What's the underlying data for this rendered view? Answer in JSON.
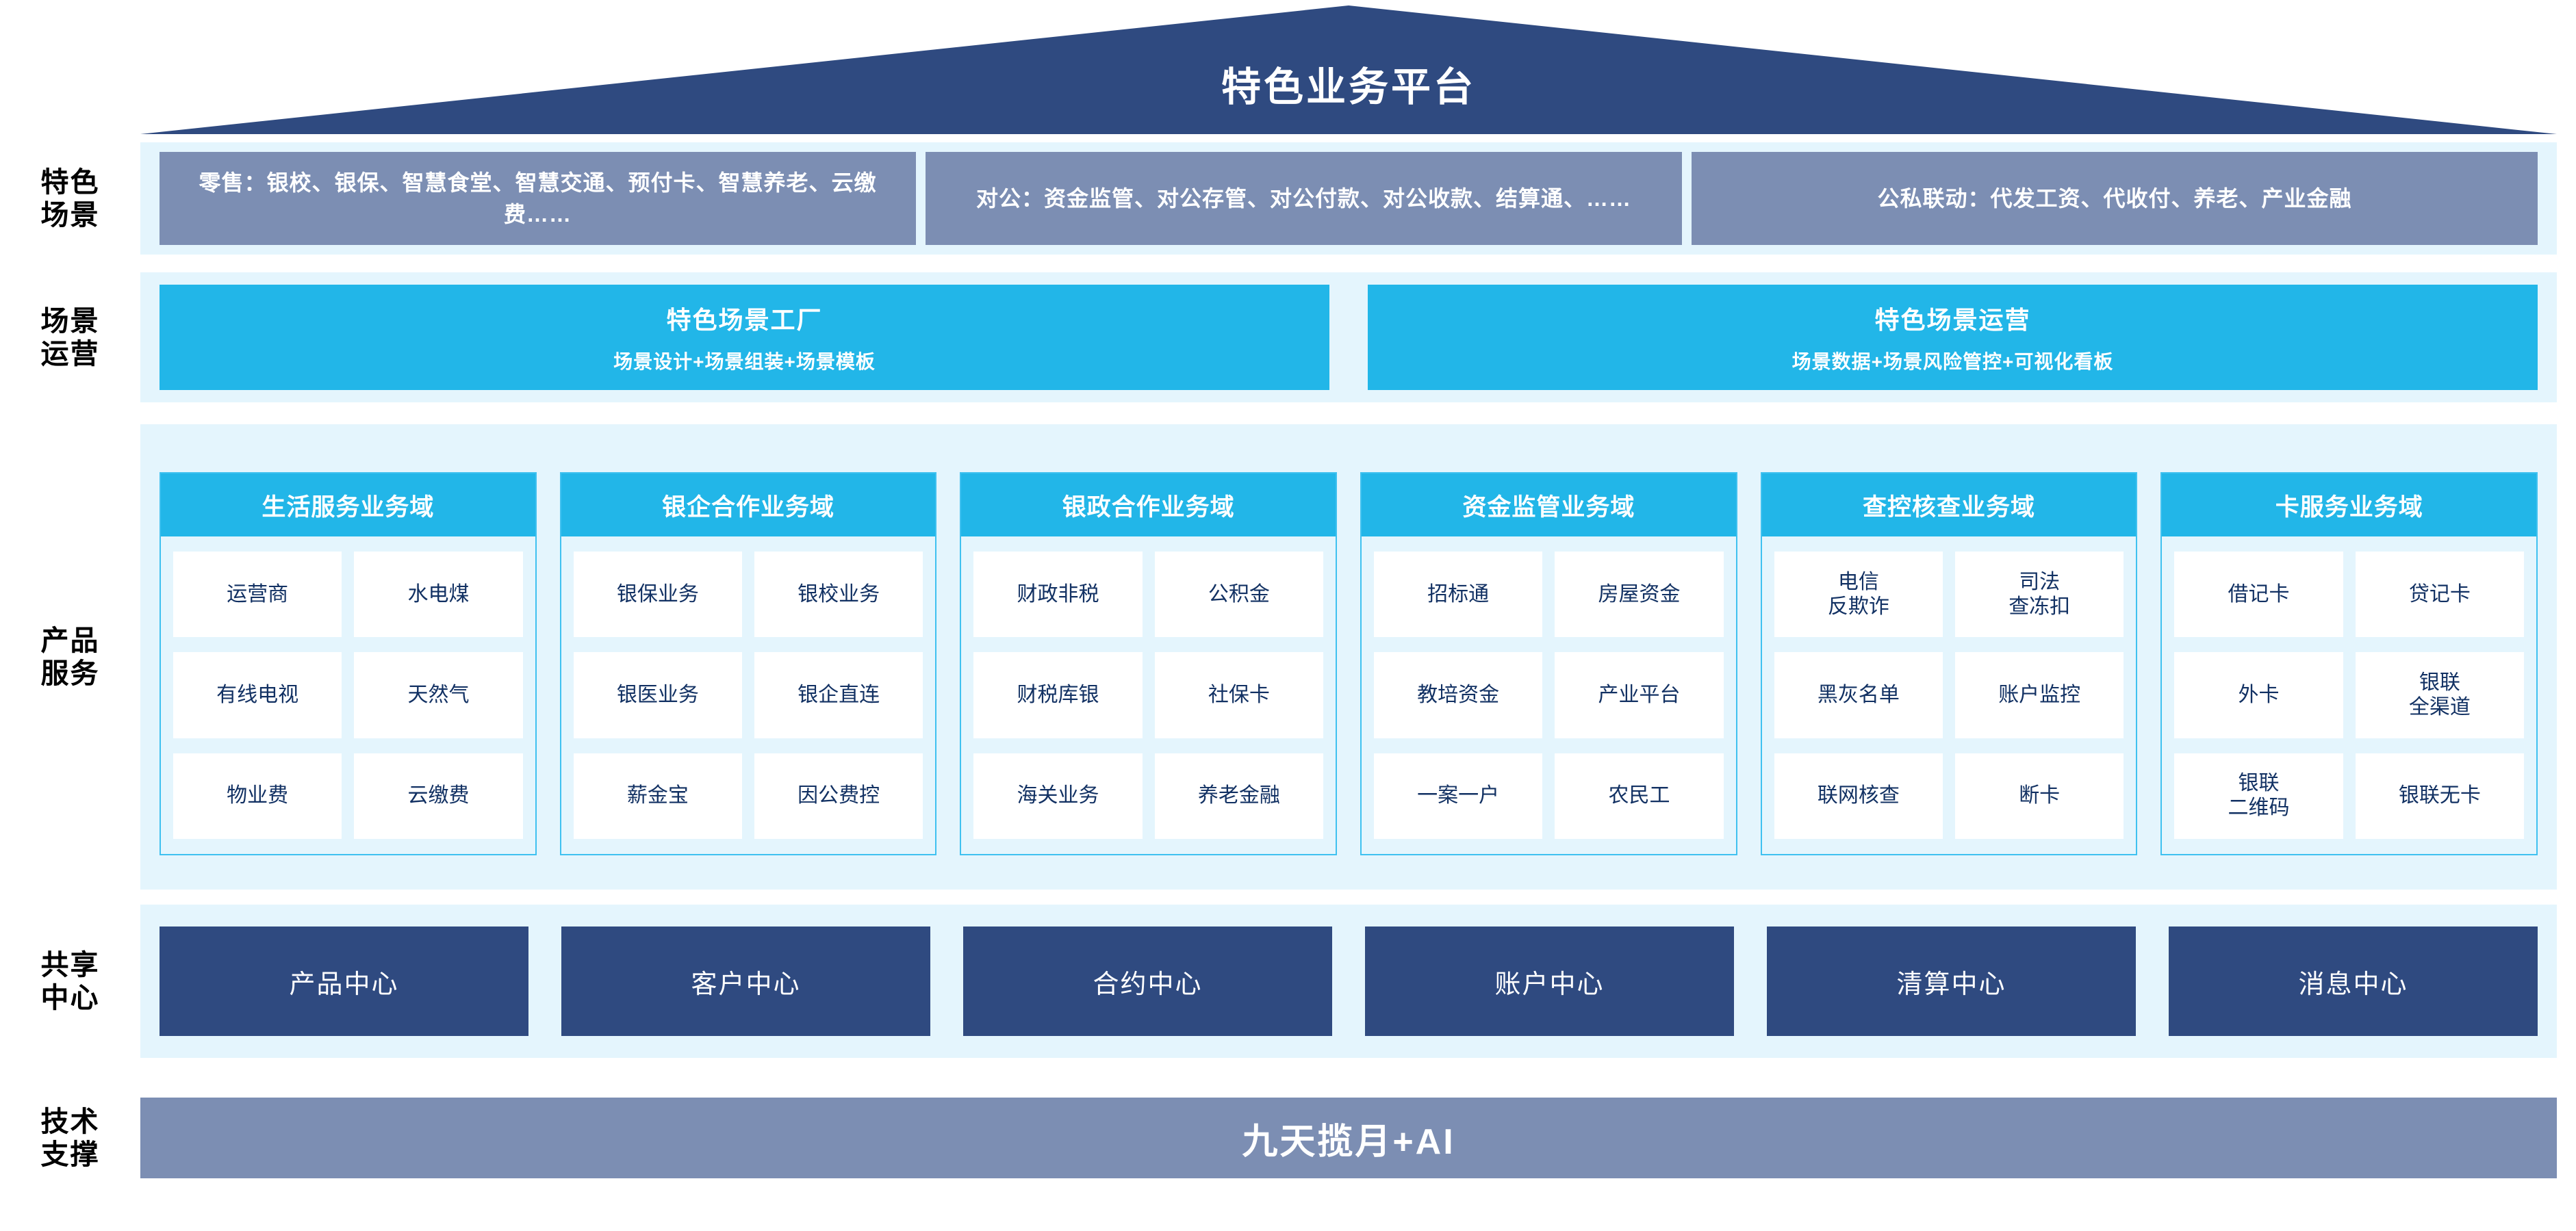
{
  "header": {
    "title": "特色业务平台"
  },
  "rows": [
    {
      "label_line1": "特色",
      "label_line2": "场景",
      "boxes": [
        "零售：银校、银保、智慧食堂、智慧交通、预付卡、智慧养老、云缴费……",
        "对公：资金监管、对公存管、对公付款、对公收款、结算通、……",
        "公私联动：代发工资、代收付、养老、产业金融"
      ]
    },
    {
      "label_line1": "场景",
      "label_line2": "运营",
      "boxes": [
        {
          "title": "特色场景工厂",
          "subtitle": "场景设计+场景组装+场景模板"
        },
        {
          "title": "特色场景运营",
          "subtitle": "场景数据+场景风险管控+可视化看板"
        }
      ]
    },
    {
      "label_line1": "产品",
      "label_line2": "服务",
      "domains": [
        {
          "title": "生活服务业务域",
          "items": [
            "运营商",
            "水电煤",
            "有线电视",
            "天然气",
            "物业费",
            "云缴费"
          ]
        },
        {
          "title": "银企合作业务域",
          "items": [
            "银保业务",
            "银校业务",
            "银医业务",
            "银企直连",
            "薪金宝",
            "因公费控"
          ]
        },
        {
          "title": "银政合作业务域",
          "items": [
            "财政非税",
            "公积金",
            "财税库银",
            "社保卡",
            "海关业务",
            "养老金融"
          ]
        },
        {
          "title": "资金监管业务域",
          "items": [
            "招标通",
            "房屋资金",
            "教培资金",
            "产业平台",
            "一案一户",
            "农民工"
          ]
        },
        {
          "title": "查控核查业务域",
          "items": [
            "电信\n反欺诈",
            "司法\n查冻扣",
            "黑灰名单",
            "账户监控",
            "联网核查",
            "断卡"
          ]
        },
        {
          "title": "卡服务业务域",
          "items": [
            "借记卡",
            "贷记卡",
            "外卡",
            "银联\n全渠道",
            "银联\n二维码",
            "银联无卡"
          ]
        }
      ]
    },
    {
      "label_line1": "共享",
      "label_line2": "中心",
      "boxes": [
        "产品中心",
        "客户中心",
        "合约中心",
        "账户中心",
        "清算中心",
        "消息中心"
      ]
    },
    {
      "label_line1": "技术",
      "label_line2": "支撑",
      "bar": "九天揽月+AI"
    }
  ],
  "colors": {
    "navy": "#2F4A80",
    "cyan": "#22B6E8",
    "gray_blue": "#7C8EB3",
    "band_bg": "#E4F5FD",
    "cell_text": "#123163"
  }
}
